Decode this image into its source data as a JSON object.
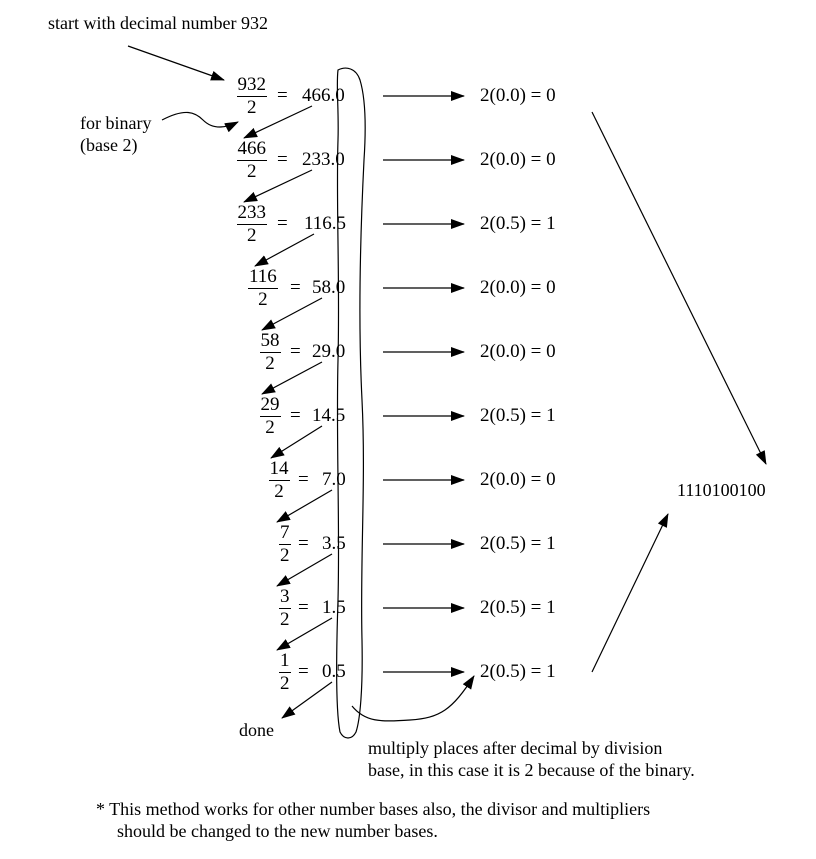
{
  "labels": {
    "start": "start with decimal number 932",
    "for_binary_line1": "for binary",
    "for_binary_line2": "(base 2)",
    "done": "done",
    "result": "1110100100",
    "multiply_line1": "multiply places after decimal by division",
    "multiply_line2": "base, in this case it is 2 because of the binary.",
    "footnote_line1": "* This method works for other number bases also, the divisor and multipliers",
    "footnote_line2": "should be changed to the new number bases."
  },
  "steps": [
    {
      "numerator": "932",
      "denominator": "2",
      "quotient": "466.0",
      "remainder_expr": "2(0.0) = 0"
    },
    {
      "numerator": "466",
      "denominator": "2",
      "quotient": "233.0",
      "remainder_expr": "2(0.0) = 0"
    },
    {
      "numerator": "233",
      "denominator": "2",
      "quotient": "116.5",
      "remainder_expr": "2(0.5) = 1"
    },
    {
      "numerator": "116",
      "denominator": "2",
      "quotient": "58.0",
      "remainder_expr": "2(0.0) = 0"
    },
    {
      "numerator": "58",
      "denominator": "2",
      "quotient": "29.0",
      "remainder_expr": "2(0.0) = 0"
    },
    {
      "numerator": "29",
      "denominator": "2",
      "quotient": "14.5",
      "remainder_expr": "2(0.5) = 1"
    },
    {
      "numerator": "14",
      "denominator": "2",
      "quotient": "7.0",
      "remainder_expr": "2(0.0) = 0"
    },
    {
      "numerator": "7",
      "denominator": "2",
      "quotient": "3.5",
      "remainder_expr": "2(0.5) = 1"
    },
    {
      "numerator": "3",
      "denominator": "2",
      "quotient": "1.5",
      "remainder_expr": "2(0.5) = 1"
    },
    {
      "numerator": "1",
      "denominator": "2",
      "quotient": "0.5",
      "remainder_expr": "2(0.5) = 1"
    }
  ]
}
